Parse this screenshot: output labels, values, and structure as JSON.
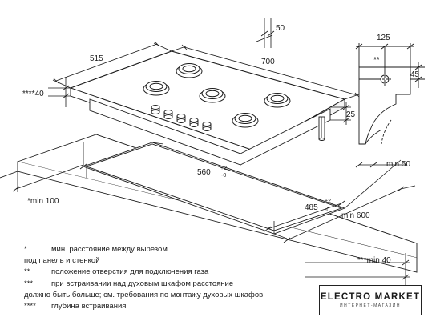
{
  "dimensions": {
    "d50": "50",
    "d515": "515",
    "d700": "700",
    "d4040": "****40",
    "d125": "125",
    "d45": "45",
    "d25": "25",
    "min50": "min 50",
    "d560": "560",
    "d560_tol_plus": "+2",
    "d560_tol_minus": "-0",
    "d485": "485",
    "d485_tol_plus": "+2",
    "d485_tol_minus": "-0",
    "min100": "*min 100",
    "min600": "min 600",
    "min40": "***min 40",
    "star2": "**"
  },
  "notes": [
    {
      "mark": "*",
      "text": "мин. расстояние между вырезом",
      "cont": "под панель и стенкой"
    },
    {
      "mark": "**",
      "text": "положение отверстия для подключения газа",
      "cont": ""
    },
    {
      "mark": "***",
      "text": "при встраивании над духовым шкафом расстояние",
      "cont": "должно быть больше; см. требования по монтажу духовых шкафов"
    },
    {
      "mark": "****",
      "text": "глубина встраивания",
      "cont": ""
    }
  ],
  "brand": {
    "name": "ELECTRO MARKET",
    "tagline": "ИНТЕРНЕТ-МАГАЗИН"
  }
}
